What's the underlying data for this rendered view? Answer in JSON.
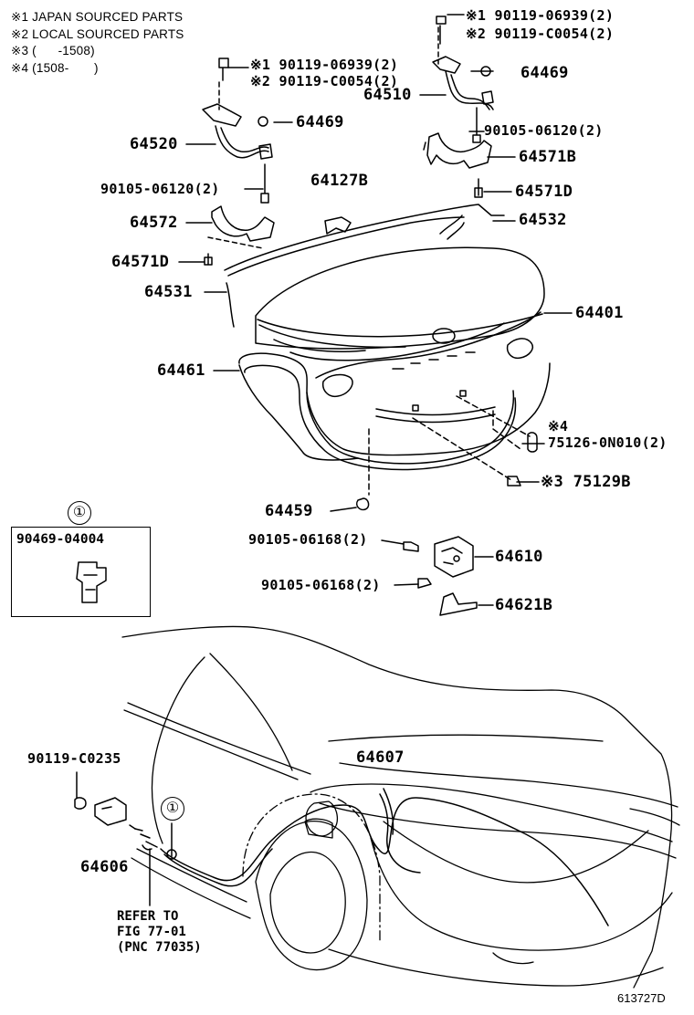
{
  "notes": [
    "※1 JAPAN SOURCED PARTS",
    "※2 LOCAL SOURCED PARTS",
    "※3 (      -1508)",
    "※4 (1508-       )"
  ],
  "labels": {
    "p1_9011906939_top": "※1 90119-06939(2)",
    "p2_90119C0054_top": "※2 90119-C0054(2)",
    "p1_9011906939_mid": "※1 90119-06939(2)",
    "p2_90119C0054_mid": "※2 90119-C0054(2)",
    "p64469_right": "64469",
    "p64510": "64510",
    "p64469_left": "64469",
    "p90105_06120_right": "90105-06120(2)",
    "p64520": "64520",
    "p64571B": "64571B",
    "p90105_06120_left": "90105-06120(2)",
    "p64127B": "64127B",
    "p64571D_right": "64571D",
    "p64572": "64572",
    "p64532": "64532",
    "p64571D_left": "64571D",
    "p64531": "64531",
    "p64401": "64401",
    "p64461": "64461",
    "p75126": "※4\n75126-0N010(2)",
    "p75129B": "※3 75129B",
    "p64459": "64459",
    "p90105_06168_a": "90105-06168(2)",
    "p64610": "64610",
    "p90105_06168_b": "90105-06168(2)",
    "p64621B": "64621B",
    "p90119_C0235": "90119-C0235",
    "p64607": "64607",
    "p64606": "64606",
    "inset_part": "90469-04004",
    "circle_ref": "①"
  },
  "refer": [
    "REFER TO",
    "FIG 77-01",
    "(PNC 77035)"
  ],
  "figure_code": "613727D"
}
